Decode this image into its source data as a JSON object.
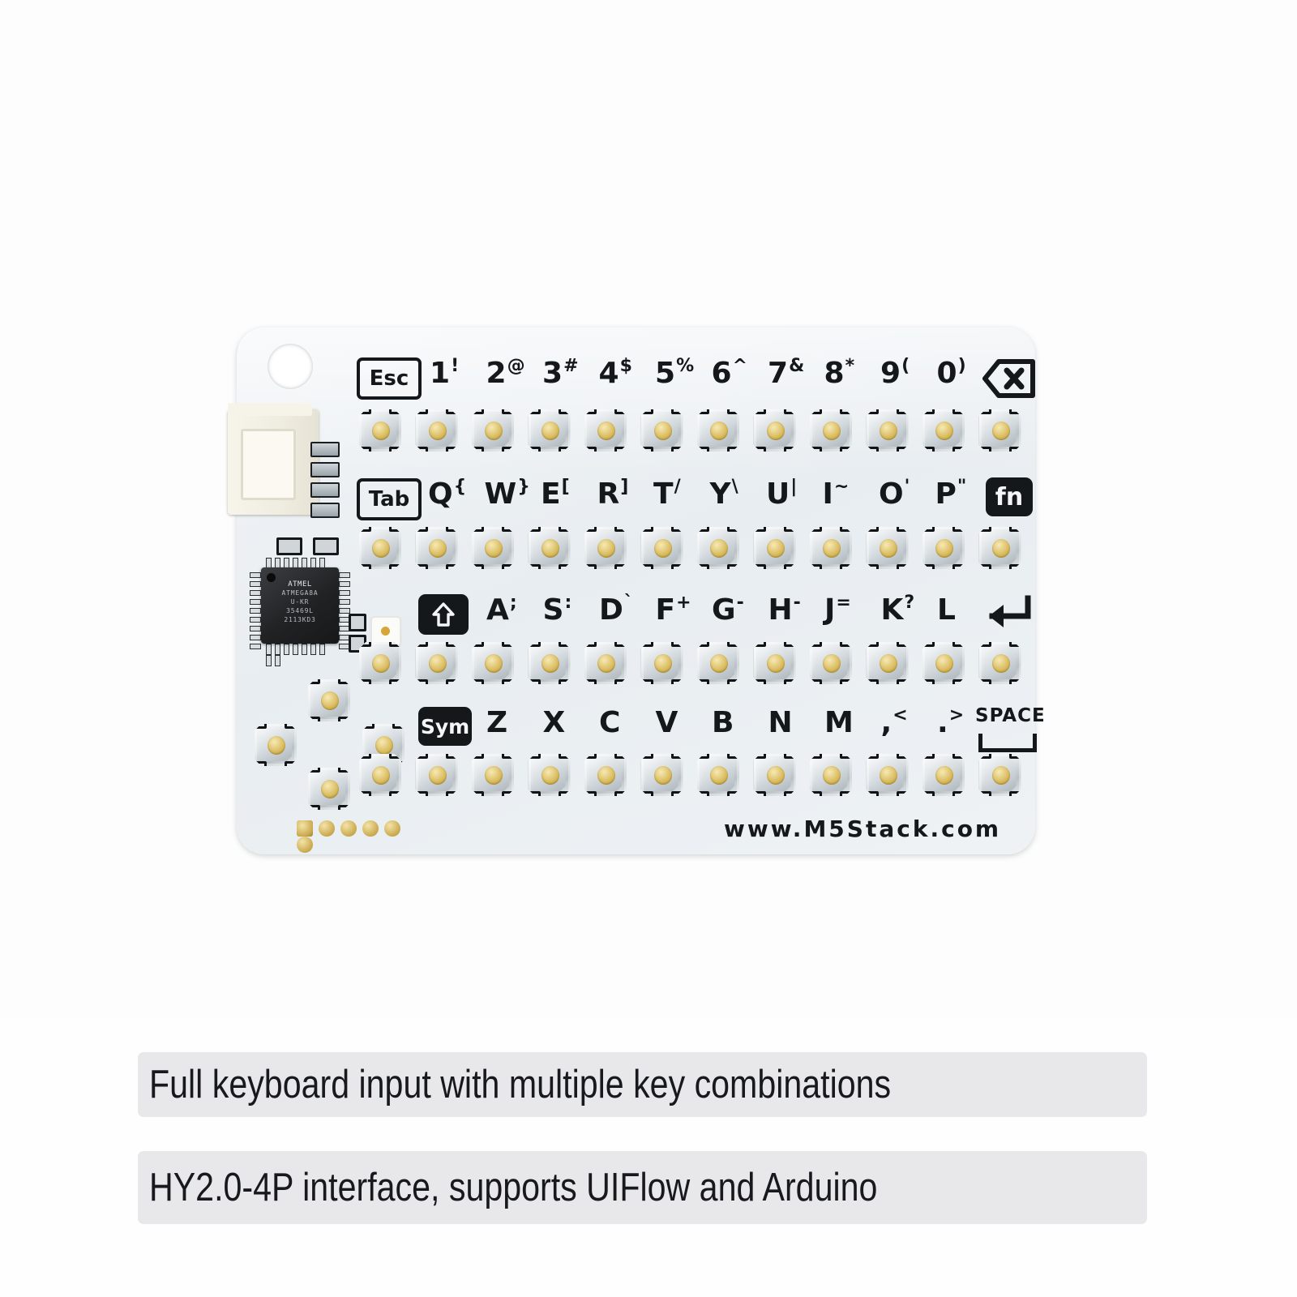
{
  "product": {
    "brand_url": "www.M5Stack.com",
    "chip": {
      "brand": "ATMEL",
      "line1": "ATMEGA8A",
      "line2": "U-KR",
      "line3": "35469L",
      "line4": "2113KD3"
    }
  },
  "keyboard": {
    "rows": [
      {
        "name": "number-row",
        "left_key": {
          "label": "Esc",
          "style": "outline"
        },
        "keys": [
          {
            "main": "1",
            "sup": "!"
          },
          {
            "main": "2",
            "sup": "@"
          },
          {
            "main": "3",
            "sup": "#"
          },
          {
            "main": "4",
            "sup": "$"
          },
          {
            "main": "5",
            "sup": "%"
          },
          {
            "main": "6",
            "sup": "^"
          },
          {
            "main": "7",
            "sup": "&"
          },
          {
            "main": "8",
            "sup": "*"
          },
          {
            "main": "9",
            "sup": "("
          },
          {
            "main": "0",
            "sup": ")"
          }
        ],
        "right_key": {
          "label": "backspace",
          "style": "hex-x"
        }
      },
      {
        "name": "qwerty-row",
        "left_key": {
          "label": "Tab",
          "style": "outline"
        },
        "keys": [
          {
            "main": "Q",
            "sup": "{"
          },
          {
            "main": "W",
            "sup": "}"
          },
          {
            "main": "E",
            "sup": "["
          },
          {
            "main": "R",
            "sup": "]"
          },
          {
            "main": "T",
            "sup": "/"
          },
          {
            "main": "Y",
            "sup": "\\"
          },
          {
            "main": "U",
            "sup": "|"
          },
          {
            "main": "I",
            "sup": "~"
          },
          {
            "main": "O",
            "sup": "'"
          },
          {
            "main": "P",
            "sup": "\""
          }
        ],
        "right_key": {
          "label": "fn",
          "style": "filled"
        }
      },
      {
        "name": "home-row",
        "left_key": {
          "label": "shift",
          "style": "filled-arrow-up"
        },
        "keys": [
          {
            "main": "A",
            "sup": ";"
          },
          {
            "main": "S",
            "sup": ":"
          },
          {
            "main": "D",
            "sup": "`"
          },
          {
            "main": "F",
            "sup": "+"
          },
          {
            "main": "G",
            "sup": "-"
          },
          {
            "main": "H",
            "sup": "‑"
          },
          {
            "main": "J",
            "sup": "="
          },
          {
            "main": "K",
            "sup": "?"
          },
          {
            "main": "L",
            "sup": ""
          }
        ],
        "right_key": {
          "label": "enter",
          "style": "arrow-enter"
        }
      },
      {
        "name": "bottom-row",
        "left_key": {
          "label": "Sym",
          "style": "filled"
        },
        "keys": [
          {
            "main": "Z",
            "sup": ""
          },
          {
            "main": "X",
            "sup": ""
          },
          {
            "main": "C",
            "sup": ""
          },
          {
            "main": "V",
            "sup": ""
          },
          {
            "main": "B",
            "sup": ""
          },
          {
            "main": "N",
            "sup": ""
          },
          {
            "main": "M",
            "sup": ""
          },
          {
            "main": ",",
            "sup": "<"
          },
          {
            "main": ".",
            "sup": ">"
          }
        ],
        "right_key": {
          "label": "SPACE",
          "style": "text-underline"
        }
      }
    ]
  },
  "captions": {
    "line1": "Full keyboard input with multiple key combinations",
    "line2": "HY2.0-4P interface, supports UIFlow and Arduino"
  },
  "colors": {
    "board": "#eef2f5",
    "silkscreen": "#14181b",
    "caption_bg": "#e8e8ea",
    "gold": "#d8b95a",
    "page_bg": "#ffffff"
  }
}
